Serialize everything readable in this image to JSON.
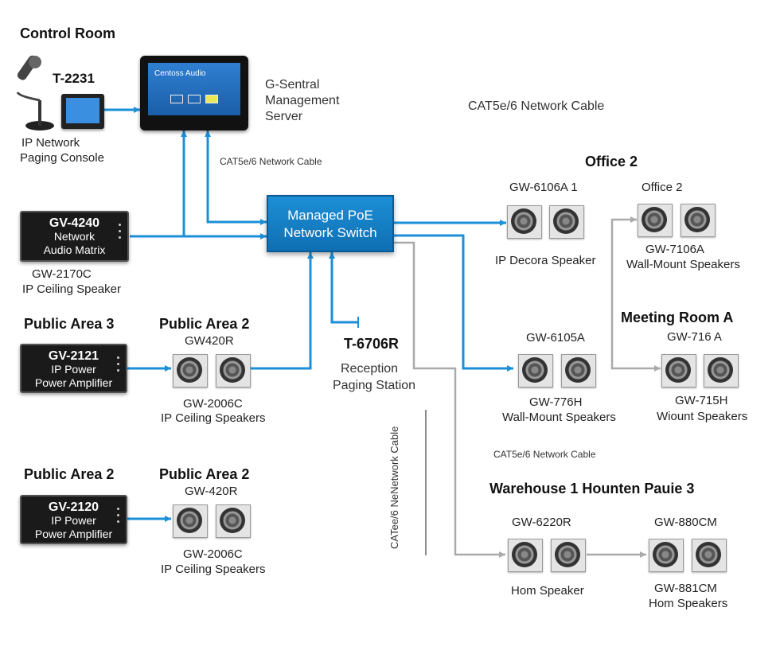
{
  "control_room": {
    "heading": "Control Room",
    "console_model": "T-2231",
    "console_desc_1": "IP Network",
    "console_desc_2": "Paging Console",
    "server_1": "G-Sentral",
    "server_2": "Management",
    "server_3": "Server",
    "monitor_brand": "Centoss Audio"
  },
  "cables": {
    "top_right": "CAT5e/6 Network Cable",
    "server_link": "CAT5e/6 Network Cable",
    "mid_right": "CAT5e/6 Network Cable",
    "vertical": "CATee/6 NeNetwork Cable"
  },
  "switch": {
    "line1": "Managed PoE",
    "line2": "Network Switch"
  },
  "matrix": {
    "model": "GV-4240",
    "line2": "Network",
    "line3": "Audio Matrix",
    "ceiling_model": "GW-2170C",
    "ceiling_desc": "IP Ceiling Speaker"
  },
  "public_area_3": {
    "heading": "Public Area 3",
    "amp_model": "GV-2121",
    "amp_line2": "IP Power",
    "amp_line3": "Power Amplifier",
    "zone_heading": "Public Area 2",
    "zone_model": "GW420R",
    "speaker_model": "GW-2006C",
    "speaker_desc": "IP Ceiling Speakers"
  },
  "public_area_2": {
    "heading": "Public Area 2",
    "amp_model": "GV-2120",
    "amp_line2": "IP Power",
    "amp_line3": "Power Amplifier",
    "zone_heading": "Public Area 2",
    "zone_model": "GW-420R",
    "speaker_model": "GW-2006C",
    "speaker_desc": "IP Ceiling Speakers"
  },
  "reception": {
    "model": "T-6706R",
    "line1": "Reception",
    "line2": "Paging Station"
  },
  "office_2": {
    "heading": "Office 2",
    "decora_model": "GW-6106A 1",
    "decora_desc": "IP Decora Speaker",
    "sub_heading": "Office 2",
    "wall_model": "GW-7106A",
    "wall_desc": "Wall-Mount Speakers"
  },
  "meeting_room": {
    "left_model": "GW-6105A",
    "left_model_2": "GW-776H",
    "left_desc": "Wall-Mount Speakers",
    "heading": "Meeting Room A",
    "right_model": "GW-716 A",
    "right_model_2": "GW-715H",
    "right_desc": "Wiount Speakers"
  },
  "warehouse": {
    "heading": "Warehouse 1 Hounten Pauie 3",
    "left_model": "GW-6220R",
    "left_desc": "Hom Speaker",
    "right_model": "GW-880CM",
    "right_model_2": "GW-881CM",
    "right_desc": "Hom Speakers"
  },
  "colors": {
    "cable": "#1b8fd8",
    "grey_cable": "#aaaaaa",
    "switch": "#1580c8"
  }
}
